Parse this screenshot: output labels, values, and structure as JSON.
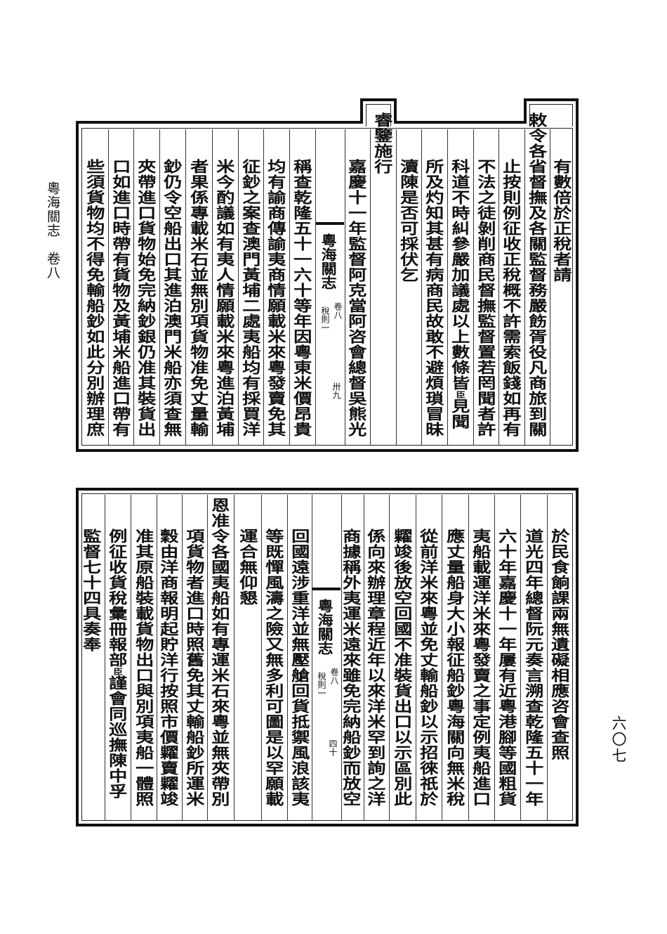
{
  "margin_title": "粵海關志　卷八",
  "page_number": "六〇七",
  "top_panel": {
    "banner": {
      "title": "粵海關志",
      "volume": "卷八",
      "section": "稅則一",
      "leaf": "卅九"
    },
    "columns": [
      "有數倍於正稅者請",
      "敕令各省督撫及各關監督務嚴飭胥役凡商旅到關",
      "止按則例征收正稅概不許需索飯錢如再有",
      "不法之徒剝削商民督撫監督置若罔聞者許",
      "科道不時糾參嚴加議處以上數條皆臣見聞",
      "所及灼知其甚有病商民故敢不避煩瑣冒昧",
      "瀆陳是否可採伏乞",
      "睿鑒施行",
      "嘉慶十一年監督阿克當阿咨會總督吳熊光",
      "稱查乾隆五十一六十等年因粵東米價昂貴",
      "均有諭商傳諭夷商情願載米來粵發賣免其",
      "征鈔之案查澳門黃埔二處夷船均有採買洋",
      "米今酌議如有夷人情願載米來粵進泊黃埔",
      "者果係專載米石並無別項貨物准免丈量輸",
      "鈔仍令空船出口其進泊澳門米船亦須查無",
      "夾帶進口貨物始免完納鈔銀仍准其裝貨出",
      "口如進口時帶有貨物及黃埔米船進口帶有",
      "些須貨物均不得免輸船鈔如此分別辦理庶"
    ]
  },
  "bottom_panel": {
    "banner": {
      "title": "粵海關志",
      "volume": "卷八",
      "section": "稅則一",
      "leaf": "四十"
    },
    "columns": [
      "於民食餉課兩無遺礙相應咨會查照",
      "道光四年總督阮元奏言溯查乾隆五十一年",
      "六十年嘉慶十一年屢有近粵港腳等國粗貨",
      "夷船載運洋米來粵發賣之事定例夷船進口",
      "應丈量船身大小報征船鈔粵海關向無米稅",
      "從前洋米來粵並免丈輸船鈔以示招徠祇於",
      "糶竣後放空回國不准裝貨出口以示區別此",
      "係向來辦理章程近年以來洋米罕到詢之洋",
      "商據稱外夷運米遠來雖免完納船鈔而放空",
      "回國遠涉重洋並無壓艙回貨抵禦風浪該夷",
      "等既憚風濤之險又無多利可圖是以罕願載",
      "運合無仰懇",
      "恩准令各國夷船如有專運米石來粵並無夾帶別",
      "項貨物者進口時照舊免其丈輸船鈔所運米",
      "穀由洋商報明起貯洋行按照市價糶賣糶竣",
      "准其原船裝載貨物出口與別項夷船一體照",
      "例征收貨稅彙冊報部臣謹會同巡撫陳中孚",
      "監督七十四具奏奉"
    ]
  }
}
